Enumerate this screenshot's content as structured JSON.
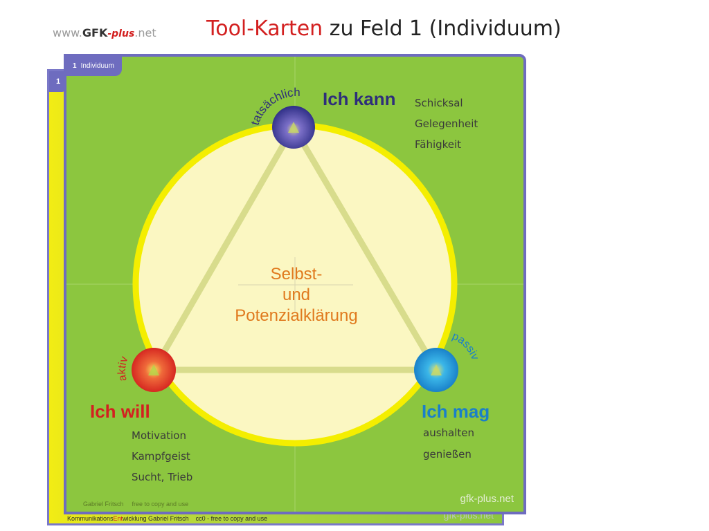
{
  "header": {
    "site_www": "www.",
    "site_gfk": "GFK",
    "site_plus": "-plus",
    "site_net": ".net",
    "title_accent": "Tool-Karten",
    "title_rest": " zu Feld 1 (Individuum)"
  },
  "back_card": {
    "tab_number": "1",
    "footer_kommunikations": "Kommunikations",
    "footer_ent": "Ent",
    "footer_rest": "wicklung Gabriel Fritsch",
    "footer_license": "cc0 - free to copy and use",
    "watermark": "gfk-plus.net"
  },
  "front_card": {
    "tab_number": "1",
    "tab_label": "Individuum",
    "footer_author": "Gabriel Fritsch",
    "footer_license": "free to copy and use",
    "watermark": "gfk-plus.net"
  },
  "diagram": {
    "center_lines": [
      "Selbst-",
      "und",
      "Potenzialklärung"
    ],
    "top": {
      "arc_label": "tatsächlich",
      "heading": "Ich kann",
      "items": [
        "Schicksal",
        "Gelegenheit",
        "Fähigkeit"
      ],
      "color": "#2e2e7a"
    },
    "left": {
      "arc_label": "aktiv",
      "heading": "Ich will",
      "items": [
        "Motivation",
        "Kampfgeist",
        "Sucht, Trieb"
      ],
      "color": "#d32020"
    },
    "right": {
      "arc_label": "passiv",
      "heading": "Ich mag",
      "items": [
        "aushalten",
        "genießen"
      ],
      "color": "#1a7fc9"
    }
  },
  "colors": {
    "card_green": "#8cc63f",
    "card_border": "#6e6cbf",
    "circle_fill": "#fbf7c2",
    "circle_ring": "#f4ee00",
    "triangle": "#d8dc8c",
    "center_text": "#e07a1e"
  }
}
